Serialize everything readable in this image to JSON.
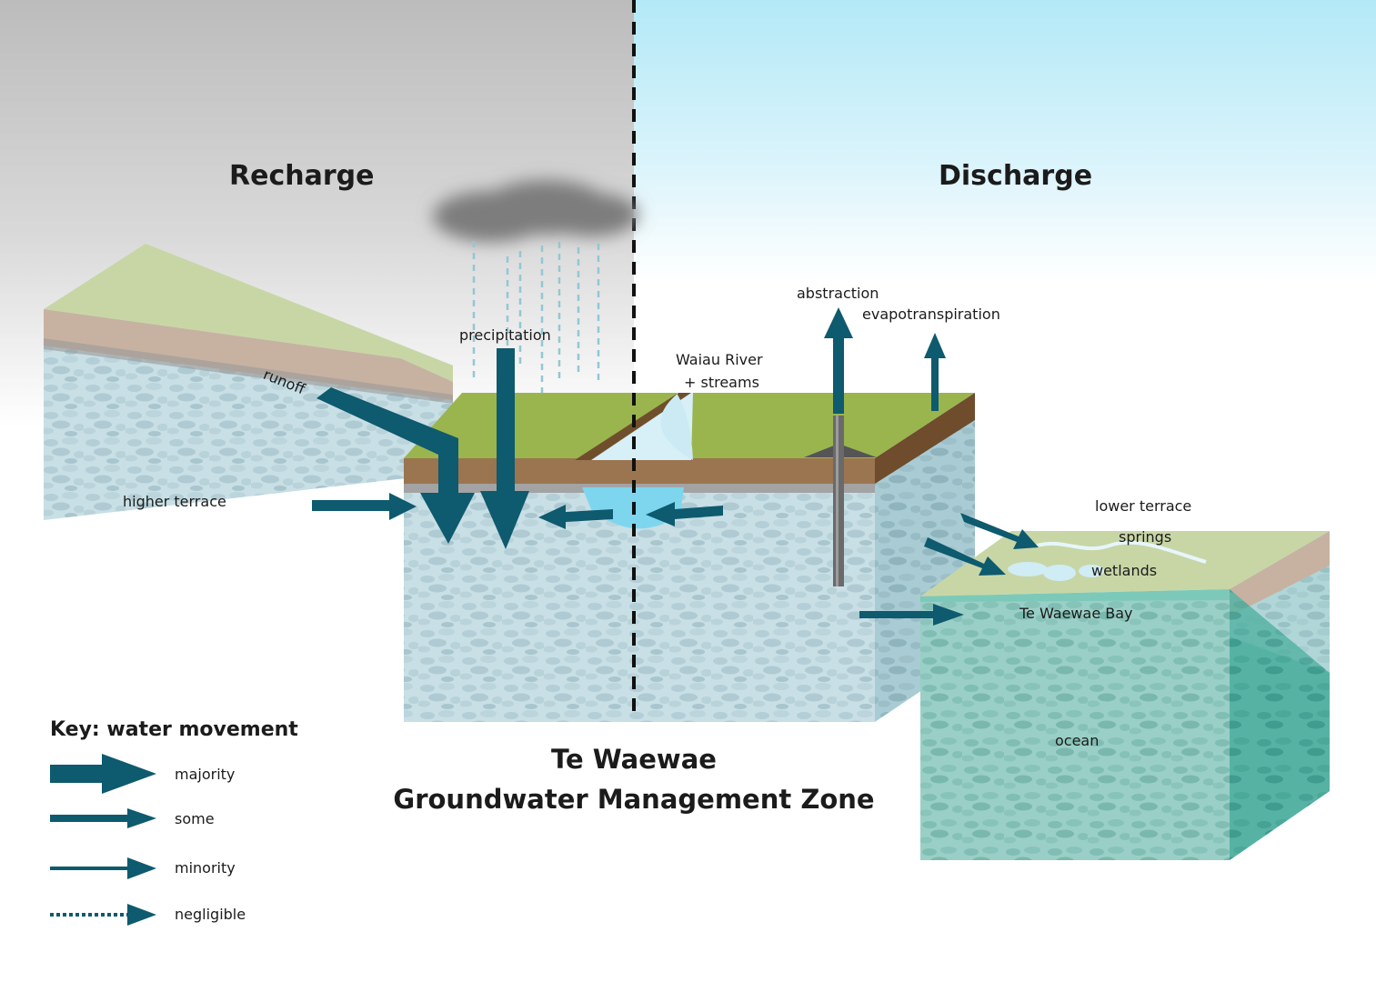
{
  "headings": {
    "recharge": "Recharge",
    "discharge": "Discharge"
  },
  "labels": {
    "runoff": "runoff",
    "precipitation": "precipitation",
    "higher_terrace": "higher terrace",
    "river_line1": "Waiau River",
    "river_line2": "+ streams",
    "abstraction": "abstraction",
    "evapotranspiration": "evapotranspiration",
    "lower_terrace": "lower terrace",
    "springs": "springs",
    "wetlands": "wetlands",
    "bay": "Te Waewae Bay",
    "ocean": "ocean"
  },
  "title": {
    "line1": "Te Waewae",
    "line2": "Groundwater Management Zone"
  },
  "key": {
    "title": "Key: water movement",
    "items": [
      {
        "label": "majority",
        "weight": "majority"
      },
      {
        "label": "some",
        "weight": "some"
      },
      {
        "label": "minority",
        "weight": "minority"
      },
      {
        "label": "negligible",
        "weight": "negligible"
      }
    ]
  },
  "colors": {
    "arrow": "#0e5a6e",
    "grass": "#9ab54e",
    "pale_grass": "#c9d6a8",
    "soil": "#9b7450",
    "rock": "#c4dde3",
    "water": "#8fdaee",
    "sea": "#8cc9bf",
    "sky_left": "#bdbdbd",
    "sky_right": "#b3e9f7"
  }
}
